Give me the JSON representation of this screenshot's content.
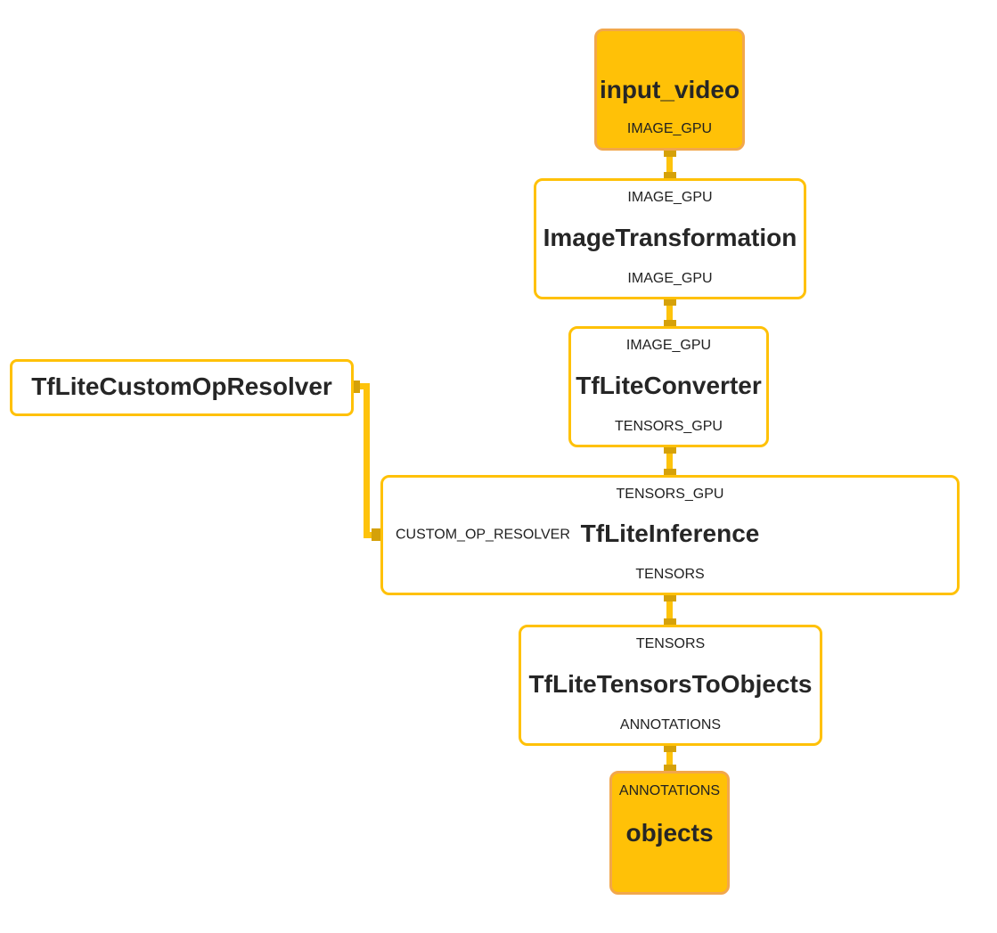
{
  "graph": {
    "type": "mediapipe-graph-visualization",
    "background": "#ffffff"
  },
  "colors": {
    "stream_node_fill": "#FFC107",
    "stream_node_border": "#F2A74C",
    "calculator_border": "#FFC107",
    "edge_line": "#FEC30B",
    "port_connector": "#D5A109",
    "text": "#212121"
  },
  "nodes": [
    {
      "id": "input_video",
      "kind": "stream_source",
      "name": "input_video",
      "output_label": "IMAGE_GPU"
    },
    {
      "id": "ImageTransformation",
      "kind": "calculator",
      "input_label": "IMAGE_GPU",
      "name": "ImageTransformation",
      "output_label": "IMAGE_GPU"
    },
    {
      "id": "TfLiteConverter",
      "kind": "calculator",
      "input_label": "IMAGE_GPU",
      "name": "TfLiteConverter",
      "output_label": "TENSORS_GPU"
    },
    {
      "id": "TfLiteInference",
      "kind": "calculator",
      "input_label": "TENSORS_GPU",
      "side_input_label": "CUSTOM_OP_RESOLVER",
      "name": "TfLiteInference",
      "output_label": "TENSORS"
    },
    {
      "id": "TfLiteTensorsToObjects",
      "kind": "calculator",
      "input_label": "TENSORS",
      "name": "TfLiteTensorsToObjects",
      "output_label": "ANNOTATIONS"
    },
    {
      "id": "objects",
      "kind": "stream_sink",
      "input_label": "ANNOTATIONS",
      "name": "objects"
    },
    {
      "id": "TfLiteCustomOpResolver",
      "kind": "side_packet_source",
      "name": "TfLiteCustomOpResolver"
    }
  ],
  "edges": [
    {
      "from": "input_video",
      "to": "ImageTransformation",
      "stream": "IMAGE_GPU"
    },
    {
      "from": "ImageTransformation",
      "to": "TfLiteConverter",
      "stream": "IMAGE_GPU"
    },
    {
      "from": "TfLiteConverter",
      "to": "TfLiteInference",
      "stream": "TENSORS_GPU"
    },
    {
      "from": "TfLiteInference",
      "to": "TfLiteTensorsToObjects",
      "stream": "TENSORS"
    },
    {
      "from": "TfLiteTensorsToObjects",
      "to": "objects",
      "stream": "ANNOTATIONS"
    },
    {
      "from": "TfLiteCustomOpResolver",
      "to": "TfLiteInference",
      "stream": "CUSTOM_OP_RESOLVER",
      "type": "side_packet"
    }
  ]
}
